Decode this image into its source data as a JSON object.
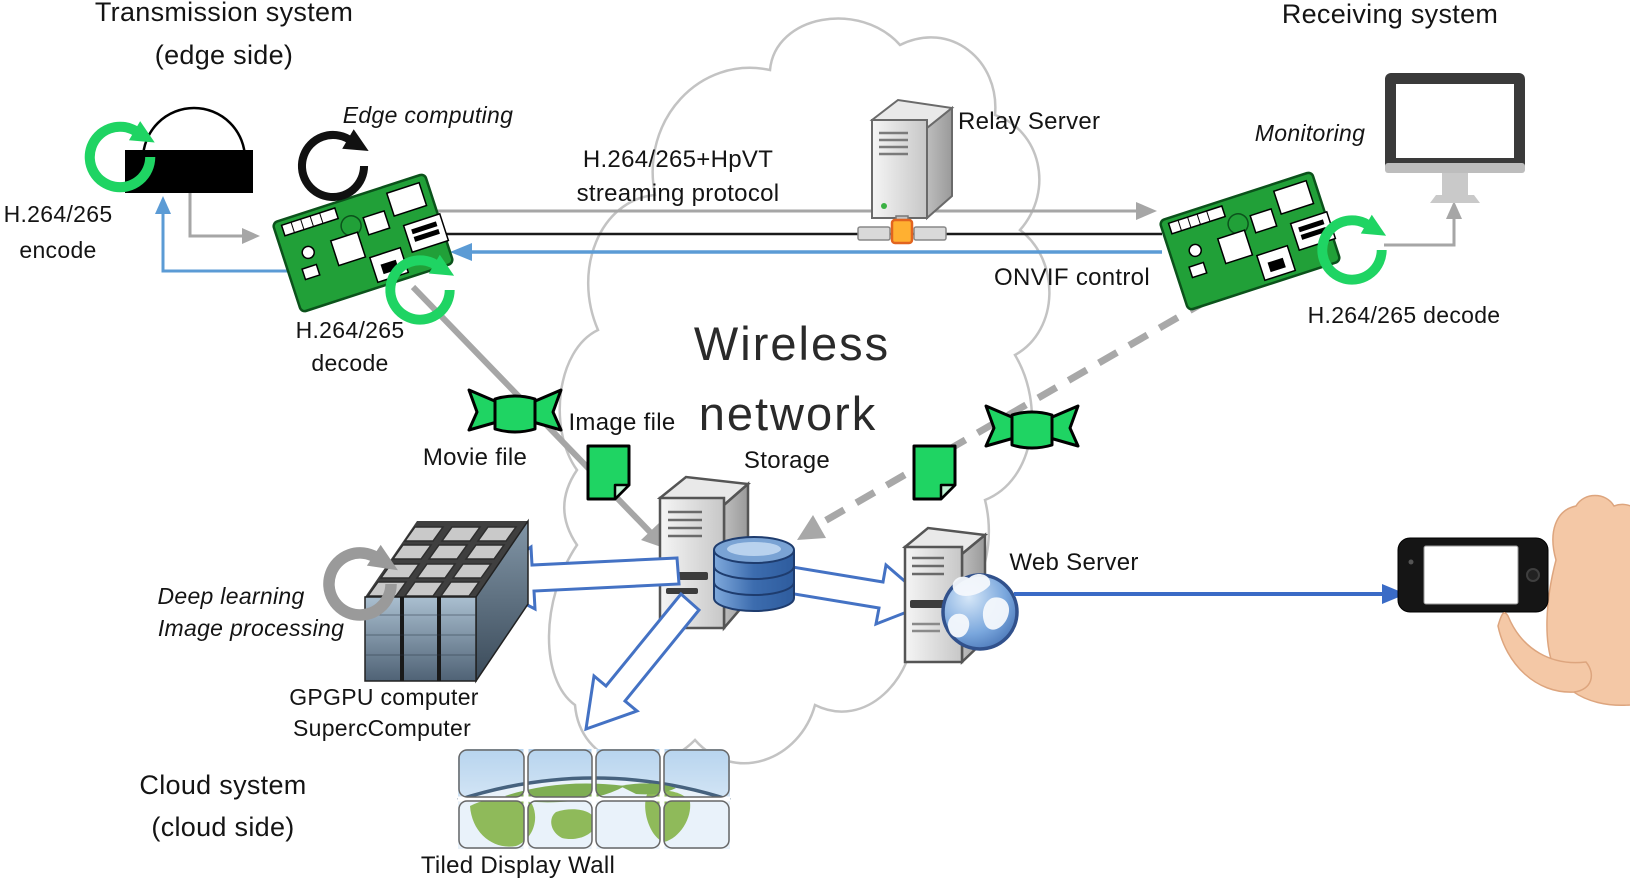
{
  "colors": {
    "accent_green": "#1fd463",
    "pi_board_green": "#21a038",
    "arrow_blue": "#4472c4",
    "control_blue": "#5b9bd5",
    "link_blue": "#3a6bc6",
    "line_gray": "#a6a6a6",
    "connector_orange": "#ffb031"
  },
  "transmission": {
    "title": "Transmission system",
    "subtitle": "(edge side)",
    "encode_line1": "H.264/265",
    "encode_line2": "encode",
    "edge_computing": "Edge computing",
    "decode_line1": "H.264/265",
    "decode_line2": "decode"
  },
  "link": {
    "protocol_line1": "H.264/265+HpVT",
    "protocol_line2": "streaming protocol",
    "relay_server": "Relay Server",
    "onvif": "ONVIF control"
  },
  "network": {
    "line1": "Wireless",
    "line2": "network",
    "storage": "Storage"
  },
  "receiving": {
    "title": "Receiving system",
    "monitoring": "Monitoring",
    "decode": "H.264/265 decode"
  },
  "files": {
    "movie": "Movie file",
    "image": "Image file"
  },
  "web": {
    "label": "Web Server"
  },
  "cloud": {
    "deep_learning": "Deep learning",
    "image_processing": "Image processing",
    "gpgpu": "GPGPU computer",
    "supercomputer": "SupercComputer",
    "title": "Cloud system",
    "subtitle": "(cloud side)"
  },
  "display": {
    "label": "Tiled Display Wall"
  },
  "icons": {
    "camera": "dome-camera-icon",
    "encode_cycle": "green-refresh-icon",
    "edge_cycle": "black-refresh-icon",
    "decode_cycle": "green-refresh-icon",
    "board": "raspberry-pi-board-icon",
    "relay": "server-tower-icon",
    "monitor": "desktop-monitor-icon",
    "movie": "green-film-ribbon-icon",
    "image": "green-document-icon",
    "storage": "server-database-icon",
    "web": "server-globe-icon",
    "gpgpu": "compute-rack-icon",
    "processing_cycle": "gray-refresh-icon",
    "display_wall": "tiled-earth-display-icon",
    "phone": "smartphone-in-hand-icon",
    "cloud": "network-cloud-outline"
  }
}
